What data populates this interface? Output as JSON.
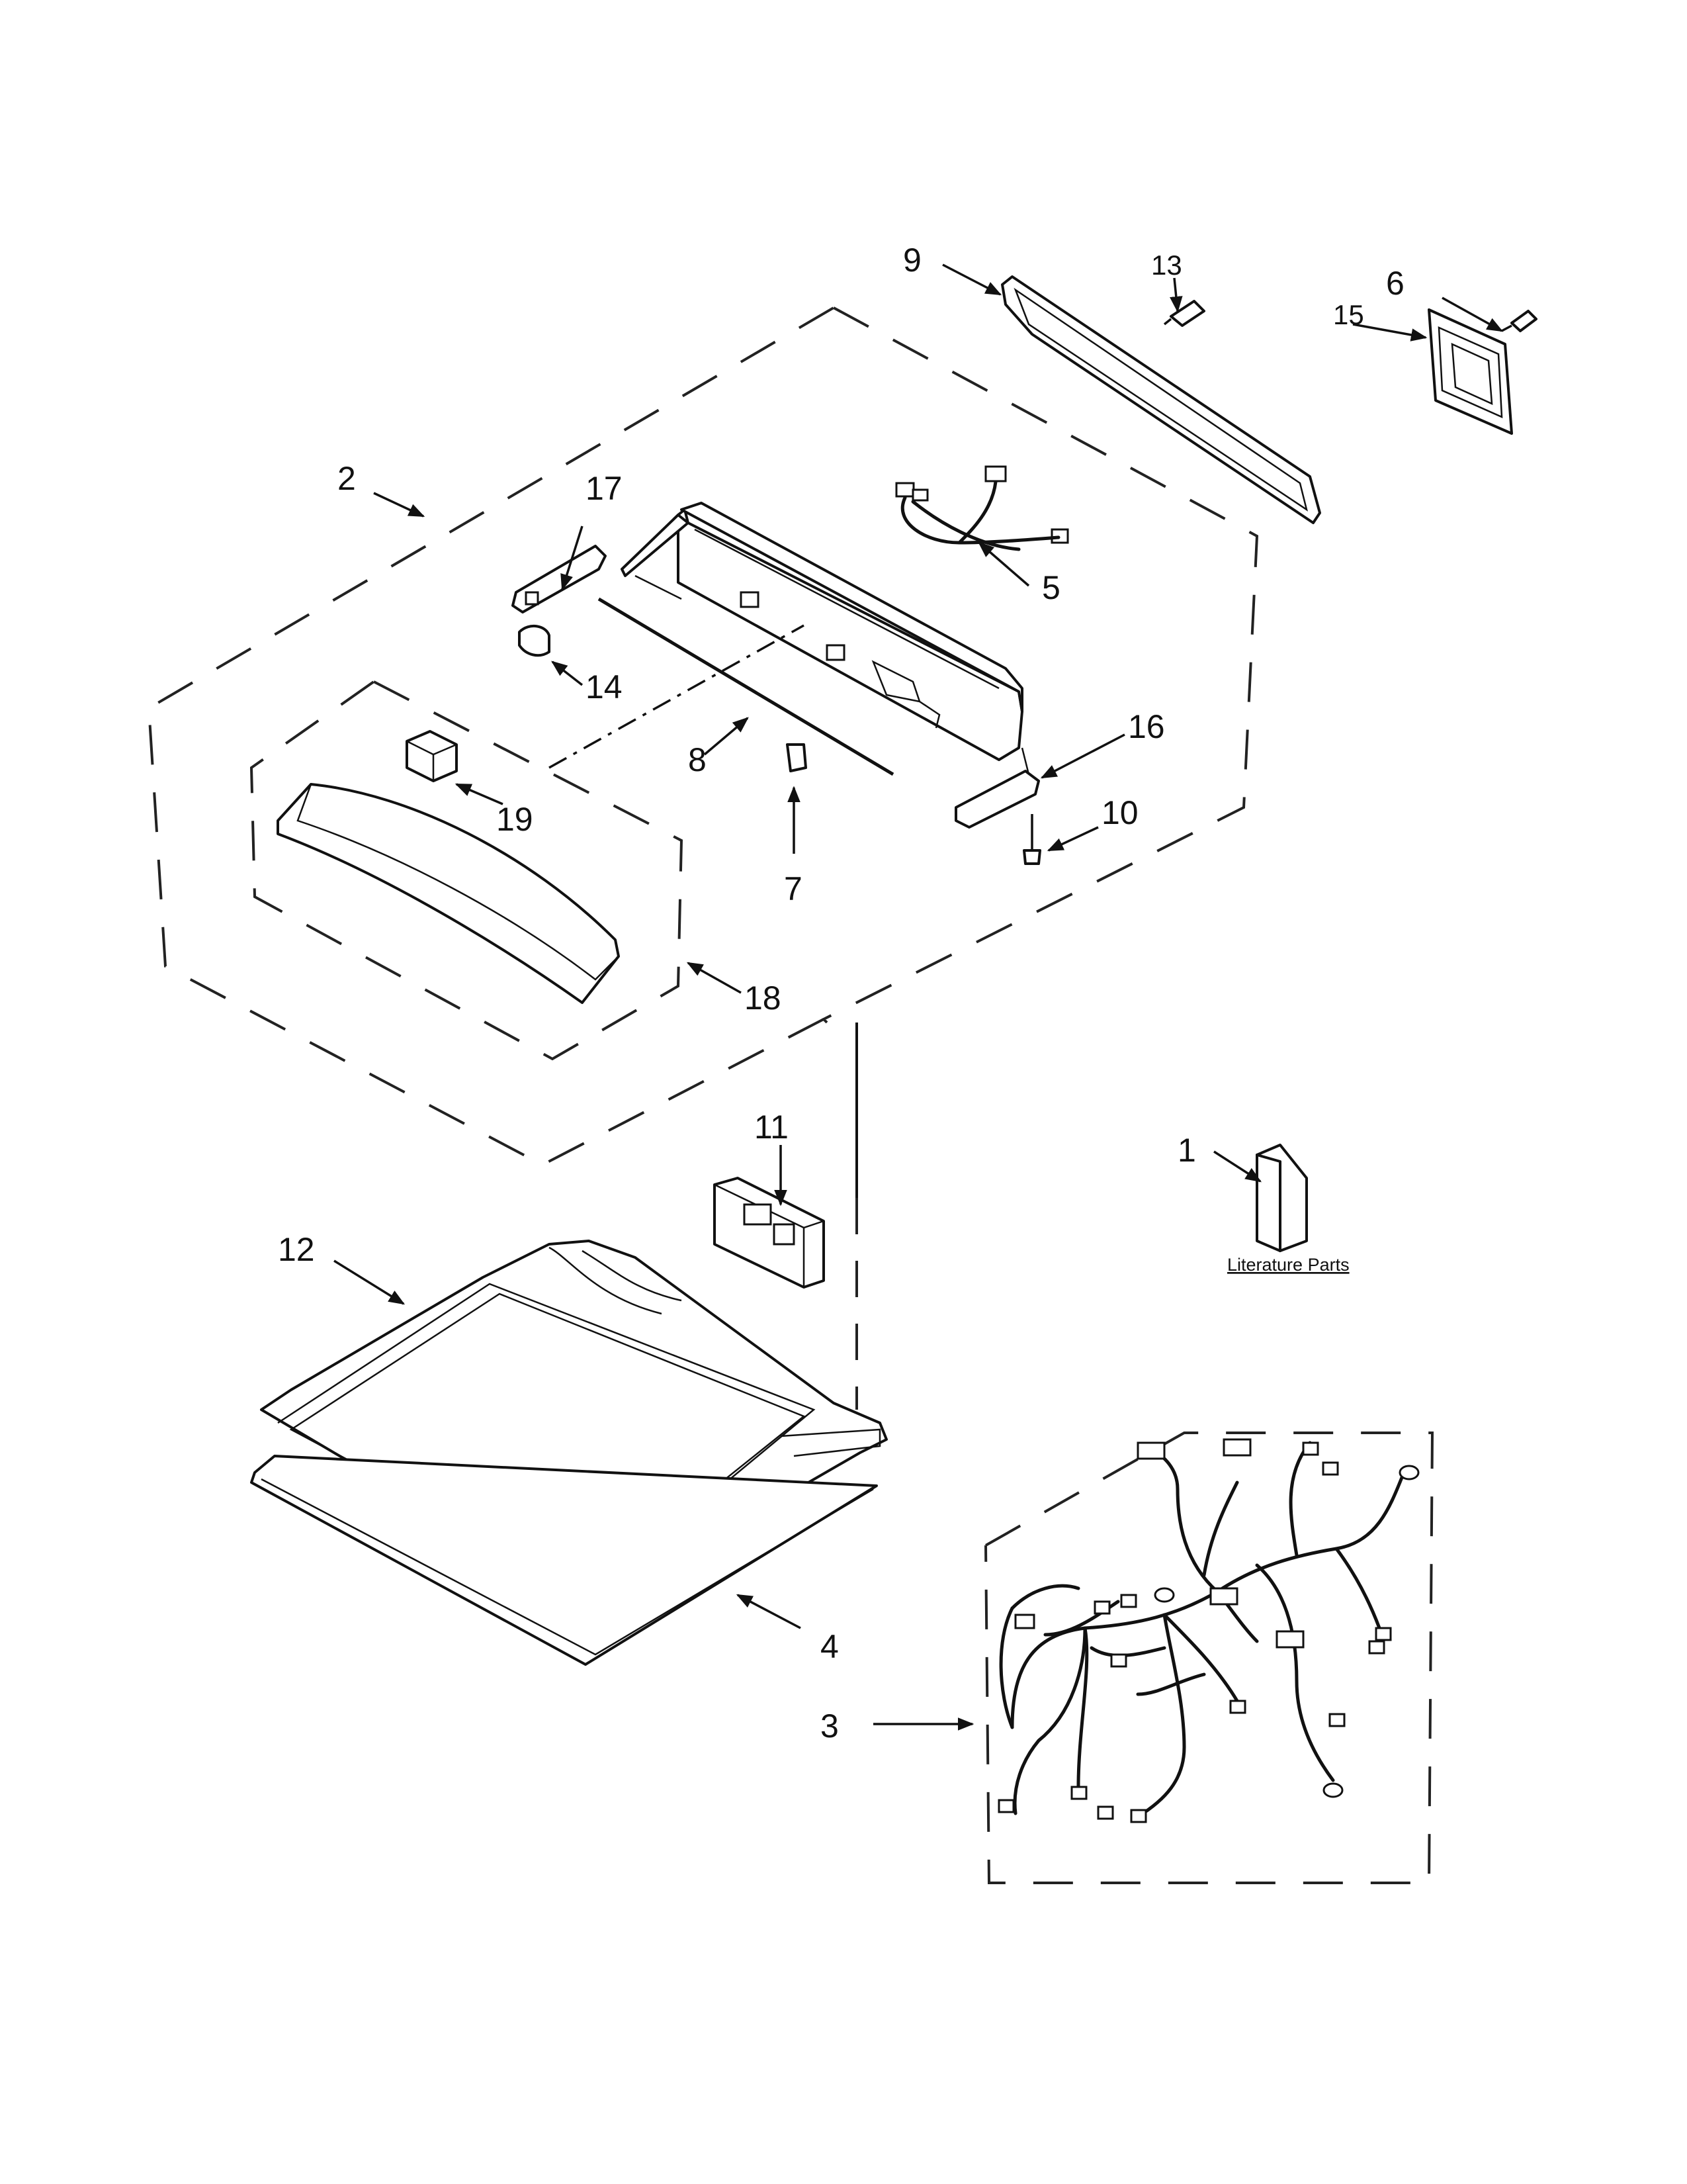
{
  "callouts": {
    "c1": "1",
    "c2": "2",
    "c3": "3",
    "c4": "4",
    "c5": "5",
    "c6": "6",
    "c7": "7",
    "c8": "8",
    "c9": "9",
    "c10": "10",
    "c11": "11",
    "c12": "12",
    "c13": "13",
    "c14": "14",
    "c15": "15",
    "c16": "16",
    "c17": "17",
    "c18": "18",
    "c19": "19"
  },
  "literature_label": "Literature Parts"
}
